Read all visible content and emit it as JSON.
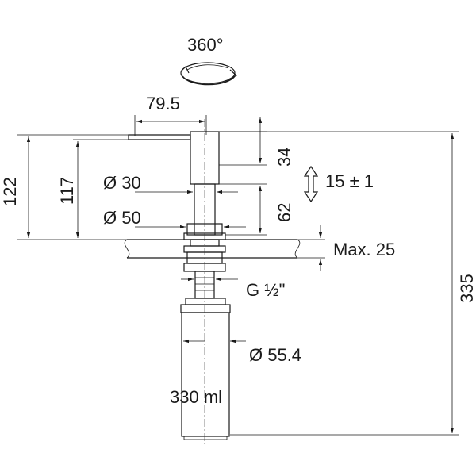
{
  "labels": {
    "rotation": "360°",
    "spout_reach": "79.5",
    "height_122": "122",
    "height_117": "117",
    "dia_30": "Ø 30",
    "dia_50": "Ø 50",
    "h_34": "34",
    "h_62": "62",
    "stroke": "15 ± 1",
    "max_thickness": "Max. 25",
    "thread": "G ½\"",
    "total_height": "335",
    "dia_bottle": "Ø 55.4",
    "volume": "330 ml"
  },
  "colors": {
    "ink": "#1a1a1a",
    "background": "#ffffff"
  }
}
